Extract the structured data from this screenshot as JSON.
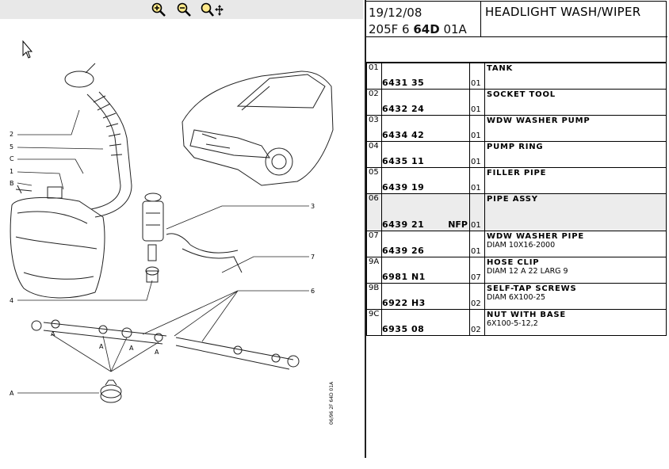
{
  "toolbar": {
    "zoom_in_icon": "zoom-in-icon",
    "zoom_out_icon": "zoom-out-icon",
    "pan_icon": "zoom-pan-icon"
  },
  "diagram": {
    "labels": [
      "2",
      "5",
      "C",
      "1",
      "B",
      "4",
      "3",
      "7",
      "6",
      "A",
      "A",
      "A",
      "A",
      "A"
    ],
    "stamp": "06/96  2F 64D 01A"
  },
  "header": {
    "date": "19/12/08",
    "code_prefix": "205F 6 ",
    "code_bold": "64D",
    "code_suffix": " 01A",
    "title": "HEADLIGHT WASH/WIPER"
  },
  "parts": [
    {
      "idx": "01",
      "ref": "6431 35",
      "extra": "",
      "qty": "01",
      "title": "TANK",
      "sub": ""
    },
    {
      "idx": "02",
      "ref": "6432 24",
      "extra": "",
      "qty": "01",
      "title": "SOCKET TOOL",
      "sub": ""
    },
    {
      "idx": "03",
      "ref": "6434 42",
      "extra": "",
      "qty": "01",
      "title": "WDW WASHER PUMP",
      "sub": ""
    },
    {
      "idx": "04",
      "ref": "6435 11",
      "extra": "",
      "qty": "01",
      "title": "PUMP RING",
      "sub": ""
    },
    {
      "idx": "05",
      "ref": "6439 19",
      "extra": "",
      "qty": "01",
      "title": "FILLER PIPE",
      "sub": ""
    },
    {
      "idx": "06",
      "ref": "6439 21",
      "extra": "NFP",
      "qty": "01",
      "title": "PIPE ASSY",
      "sub": ""
    },
    {
      "idx": "07",
      "ref": "6439 26",
      "extra": "",
      "qty": "01",
      "title": "WDW WASHER PIPE",
      "sub": "DIAM 10X16-2000"
    },
    {
      "idx": "9A",
      "ref": "6981 N1",
      "extra": "",
      "qty": "07",
      "title": "HOSE CLIP",
      "sub": "DIAM 12 A 22 LARG 9"
    },
    {
      "idx": "9B",
      "ref": "6922 H3",
      "extra": "",
      "qty": "02",
      "title": "SELF-TAP SCREWS",
      "sub": "DIAM 6X100-25"
    },
    {
      "idx": "9C",
      "ref": "6935 08",
      "extra": "",
      "qty": "02",
      "title": "NUT WITH BASE",
      "sub": "6X100-5-12,2"
    }
  ]
}
